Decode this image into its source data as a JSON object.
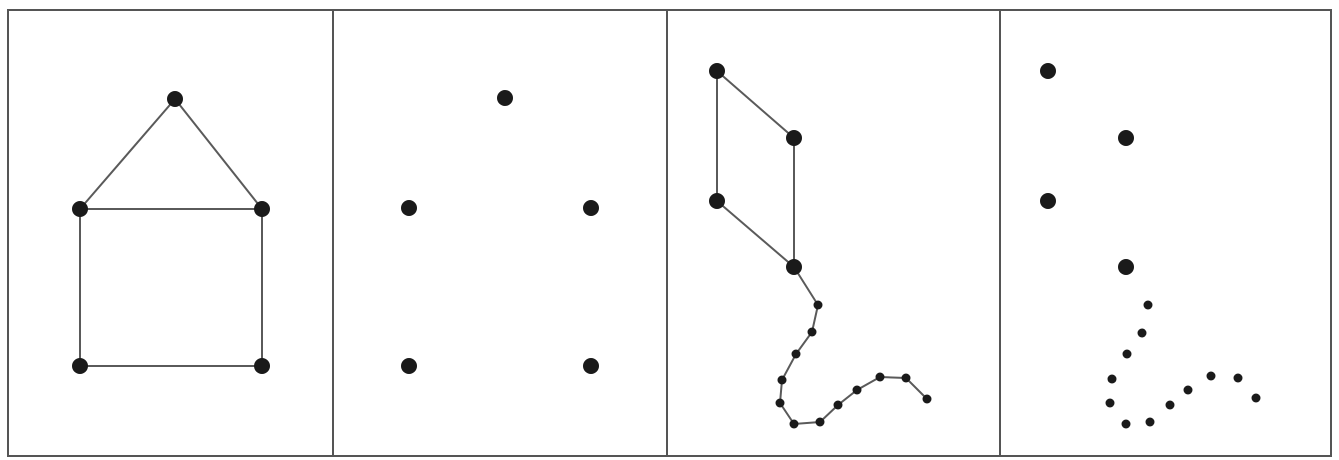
{
  "figure": {
    "description_panels": [
      {
        "id": "house-connected",
        "style": "connected"
      },
      {
        "id": "house-dots",
        "style": "dots-only"
      },
      {
        "id": "kite-connected",
        "style": "connected"
      },
      {
        "id": "kite-dots",
        "style": "dots-only"
      }
    ],
    "colors": {
      "frame": "#555555",
      "line": "#5a5a5a",
      "dot": "#1a1a1a",
      "background": "#ffffff"
    }
  }
}
